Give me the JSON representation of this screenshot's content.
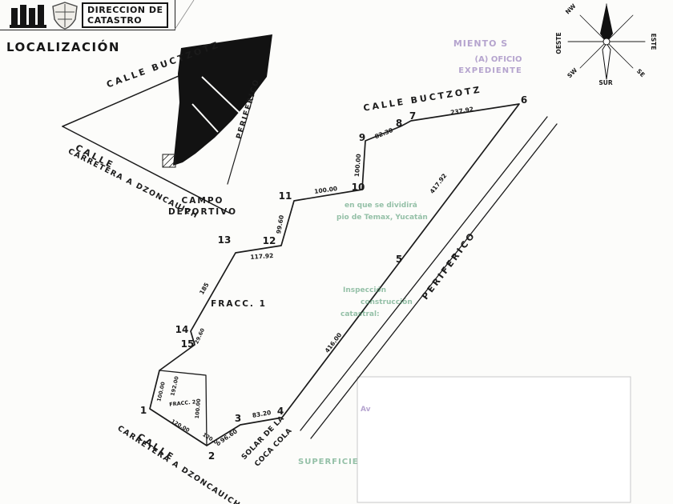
{
  "header": {
    "dept_line1": "DIRECCION  DE",
    "dept_line2": "CATASTRO"
  },
  "titles": {
    "localizacion": "LOCALIZACIÓN"
  },
  "inset": {
    "calle_buctzotz": "CALLE    BUCTZOTZ",
    "periferico": "PERIFERICO",
    "calle": "CALLE",
    "carretera": "CARRETERA A DZONCAUICH"
  },
  "compass": {
    "nw": "NW",
    "oeste": "OESTE",
    "este": "ESTE",
    "sw": "SW",
    "sur": "SUR",
    "se": "SE"
  },
  "map": {
    "calle_buctzotz": "CALLE    BUCTZOTZ",
    "campo1": "CAMPO",
    "campo2": "DEPORTIVO",
    "fracc1": "FRACC.  1",
    "fracc2": "FRACC. 2",
    "periferico": "PERIFERICO",
    "solar1": "SOLAR DE LA",
    "solar2": "COCA COLA",
    "calle1": "CALLE",
    "calle2": "CARRETERA A DZONCAUICH"
  },
  "vertices": {
    "v1": "1",
    "v2": "2",
    "v3": "3",
    "v4": "4",
    "v5": "5",
    "v6": "6",
    "v7": "7",
    "v8": "8",
    "v9": "9",
    "v10": "10",
    "v11": "11",
    "v12": "12",
    "v13": "13",
    "v14": "14",
    "v15": "15"
  },
  "meas": {
    "m67": "237.92",
    "m89": "82.30",
    "m910": "100.00",
    "m1011": "100.00",
    "m1112": "99.60",
    "m1213": "117.92",
    "m1314": "185",
    "m1415": "29.60",
    "m15a": "192.00",
    "rect_left": "100.00",
    "rect_right": "100.00",
    "rect_bottom": "120.00",
    "m12": "120.00",
    "m23": "96.60",
    "m34": "83.20",
    "m56": "417.92",
    "m45": "416.00"
  },
  "bleed": {
    "t1": "MIENTO S",
    "t2": "(A) OFICIO",
    "t3": "EXPEDIENTE",
    "t4": "en que se dividirá",
    "t5": "pio de Temax, Yucatán",
    "t6": "Inspección",
    "t7": "construcción",
    "t8": "catastral:",
    "t9": "Av",
    "t10": "SUPERFICIE"
  }
}
